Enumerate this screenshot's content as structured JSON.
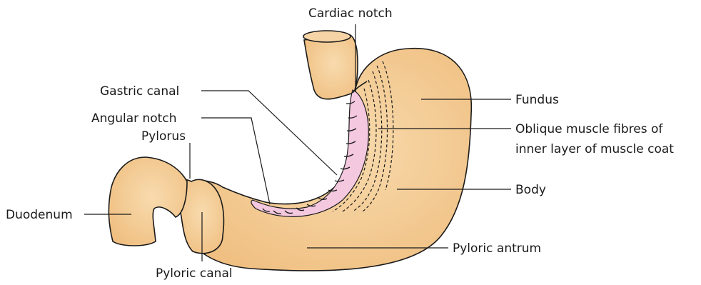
{
  "labels": {
    "cardiac_notch": "Cardiac notch",
    "fundus": "Fundus",
    "gastric_canal": "Gastric canal",
    "angular_notch": "Angular notch",
    "pylorus": "Pylorus",
    "oblique_line1": "Oblique muscle fibres of",
    "oblique_line2": "inner layer of muscle coat",
    "body": "Body",
    "duodenum": "Duodenum",
    "pyloric_antrum": "Pyloric antrum",
    "pyloric_canal": "Pyloric canal"
  },
  "colors": {
    "stomach_fill": "#f3c98f",
    "stomach_outline": "#1a1a1a",
    "canal_fill": "#f4c8de",
    "leader_line": "#1a1a1a"
  }
}
